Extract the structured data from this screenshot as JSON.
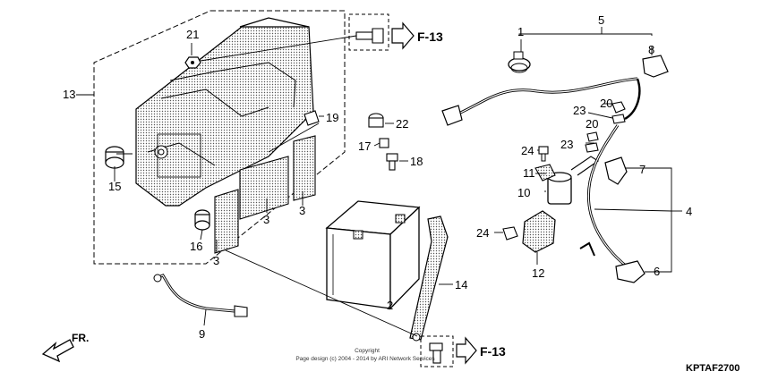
{
  "callouts": {
    "c1": "1",
    "c2": "2",
    "c3a": "3",
    "c3b": "3",
    "c3c": "3",
    "c4": "4",
    "c5": "5",
    "c6": "6",
    "c7": "7",
    "c8": "8",
    "c9": "9",
    "c10": "10",
    "c11": "11",
    "c12": "12",
    "c13": "13",
    "c14": "14",
    "c15": "15",
    "c16": "16",
    "c17": "17",
    "c18": "18",
    "c19": "19",
    "c20a": "20",
    "c20b": "20",
    "c21": "21",
    "c22": "22",
    "c23a": "23",
    "c23b": "23",
    "c24a": "24",
    "c24b": "24"
  },
  "refs": {
    "top": "F-13",
    "bottom": "F-13"
  },
  "direction_label": "FR.",
  "copyright": {
    "line1": "Copyright",
    "line2": "Page design (c) 2004 - 2014 by ARI Network Services"
  },
  "diagram_code": "KPTAF2700"
}
